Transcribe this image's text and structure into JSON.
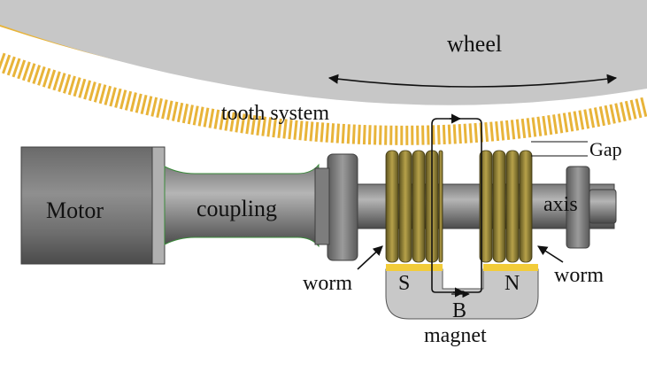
{
  "labels": {
    "wheel": "wheel",
    "tooth_system": "tooth system",
    "gap": "Gap",
    "motor": "Motor",
    "coupling": "coupling",
    "axis": "axis",
    "worm_left": "worm",
    "worm_right": "worm",
    "pole_south": "S",
    "pole_north": "N",
    "field_vector": "B",
    "magnet": "magnet"
  },
  "colors": {
    "wheel_body": "#c7c7c7",
    "teeth": "#e8b43a",
    "metal_dark": "#5e5e5e",
    "metal_light": "#a9a9a9",
    "worm_gold": "#8a7a2a",
    "magnet_body": "#c8c8c8",
    "pole_strip": "#f2cc3a"
  }
}
